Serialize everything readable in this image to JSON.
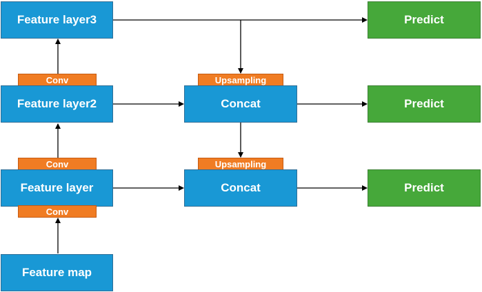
{
  "nodes": {
    "feature_layer3": "Feature layer3",
    "feature_layer2": "Feature layer2",
    "feature_layer": "Feature layer",
    "feature_map": "Feature map",
    "concat_top": "Concat",
    "concat_bottom": "Concat",
    "predict_top": "Predict",
    "predict_middle": "Predict",
    "predict_bottom": "Predict"
  },
  "tags": {
    "conv_upper": "Conv",
    "conv_middle": "Conv",
    "conv_lower": "Conv",
    "upsampling_top": "Upsampling",
    "upsampling_bottom": "Upsampling"
  },
  "colors": {
    "layer_box": "#1998d5",
    "predict_box": "#46a83a",
    "operation_tag": "#f07c23",
    "arrow": "#000000"
  }
}
